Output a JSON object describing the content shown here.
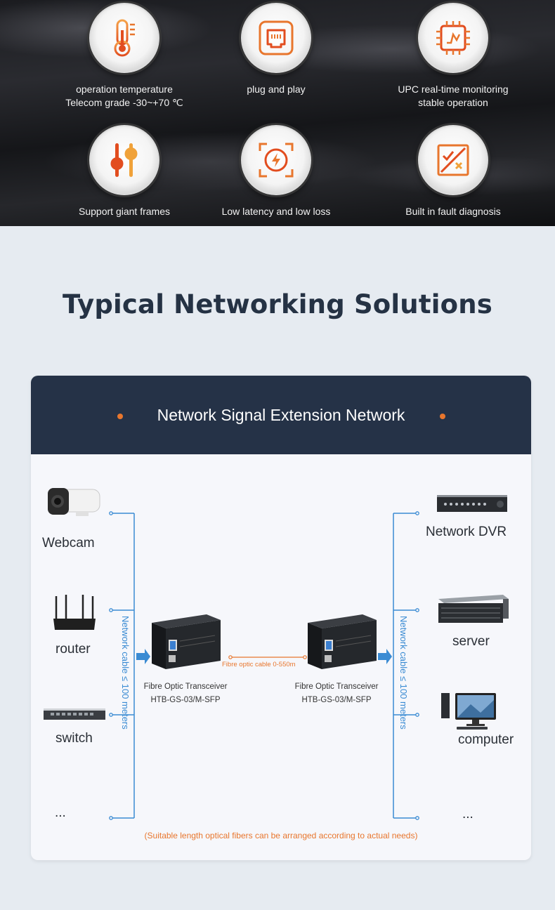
{
  "features": [
    {
      "icon": "thermometer-icon",
      "lines": [
        "operation temperature",
        "Telecom grade -30~+70 ℃"
      ]
    },
    {
      "icon": "ethernet-port-icon",
      "lines": [
        "plug and play"
      ]
    },
    {
      "icon": "chip-monitor-icon",
      "lines": [
        "UPC real-time monitoring",
        "stable operation"
      ]
    },
    {
      "icon": "sliders-icon",
      "lines": [
        "Support giant frames"
      ]
    },
    {
      "icon": "lightning-gauge-icon",
      "lines": [
        "Low latency and low loss"
      ]
    },
    {
      "icon": "checklist-x-icon",
      "lines": [
        "Built in fault diagnosis"
      ]
    }
  ],
  "heading": "Typical Networking Solutions",
  "card": {
    "title": "Network Signal Extension Network",
    "left_devices": [
      "Webcam",
      "router",
      "switch",
      "..."
    ],
    "right_devices": [
      "Network DVR",
      "server",
      "computer",
      "..."
    ],
    "left_cable_label": "Network cable ≤ 100 meters",
    "right_cable_label": "Network cable ≤ 100 meters",
    "transceiver_left": {
      "name": "Fibre Optic Transceiver",
      "model": "HTB-GS-03/M-SFP"
    },
    "transceiver_right": {
      "name": "Fibre Optic Transceiver",
      "model": "HTB-GS-03/M-SFP"
    },
    "fiber_label": "Fibre optic cable 0-550m",
    "note": "(Suitable length optical fibers can be arranged according to actual needs)"
  },
  "colors": {
    "accent": "#e8762d",
    "navy": "#253247",
    "blue_line": "#3a8bd3",
    "heading": "#253244"
  }
}
